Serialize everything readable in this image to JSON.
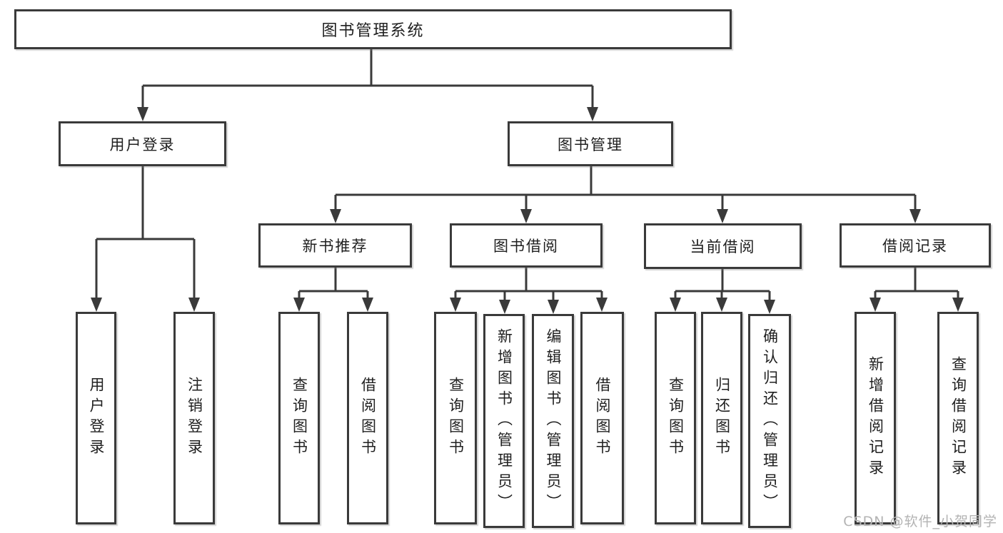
{
  "diagram": {
    "type": "hierarchy-tree",
    "title": "图书管理系统",
    "watermark": "CSDN @软件_小贺同学",
    "colors": {
      "line": "#3a3a3a",
      "border": "#3a3a3a",
      "text": "#1f1f1f",
      "background": "#ffffff",
      "watermark": "#b3b3b3"
    },
    "nodes": {
      "root": {
        "label": "图书管理系统"
      },
      "login": {
        "label": "用户登录"
      },
      "mgmt": {
        "label": "图书管理"
      },
      "recommend": {
        "label": "新书推荐"
      },
      "borrow": {
        "label": "图书借阅"
      },
      "current": {
        "label": "当前借阅"
      },
      "record": {
        "label": "借阅记录"
      },
      "login_user": {
        "label": "用户登录"
      },
      "login_logout": {
        "label": "注销登录"
      },
      "rec_query": {
        "label": "查询图书"
      },
      "rec_borrow": {
        "label": "借阅图书"
      },
      "bor_query": {
        "label": "查询图书"
      },
      "bor_add": {
        "label": "新增图书（管理员）"
      },
      "bor_edit": {
        "label": "编辑图书（管理员）"
      },
      "bor_borrow": {
        "label": "借阅图书"
      },
      "cur_query": {
        "label": "查询图书"
      },
      "cur_return": {
        "label": "归还图书"
      },
      "cur_confirm": {
        "label": "确认归还（管理员）"
      },
      "rcd_add": {
        "label": "新增借阅记录"
      },
      "rcd_query": {
        "label": "查询借阅记录"
      }
    },
    "hierarchy": [
      {
        "parent": "图书管理系统",
        "children": [
          "用户登录",
          "图书管理"
        ]
      },
      {
        "parent": "用户登录",
        "children": [
          "用户登录",
          "注销登录"
        ]
      },
      {
        "parent": "图书管理",
        "children": [
          "新书推荐",
          "图书借阅",
          "当前借阅",
          "借阅记录"
        ]
      },
      {
        "parent": "新书推荐",
        "children": [
          "查询图书",
          "借阅图书"
        ]
      },
      {
        "parent": "图书借阅",
        "children": [
          "查询图书",
          "新增图书（管理员）",
          "编辑图书（管理员）",
          "借阅图书"
        ]
      },
      {
        "parent": "当前借阅",
        "children": [
          "查询图书",
          "归还图书",
          "确认归还（管理员）"
        ]
      },
      {
        "parent": "借阅记录",
        "children": [
          "新增借阅记录",
          "查询借阅记录"
        ]
      }
    ]
  }
}
